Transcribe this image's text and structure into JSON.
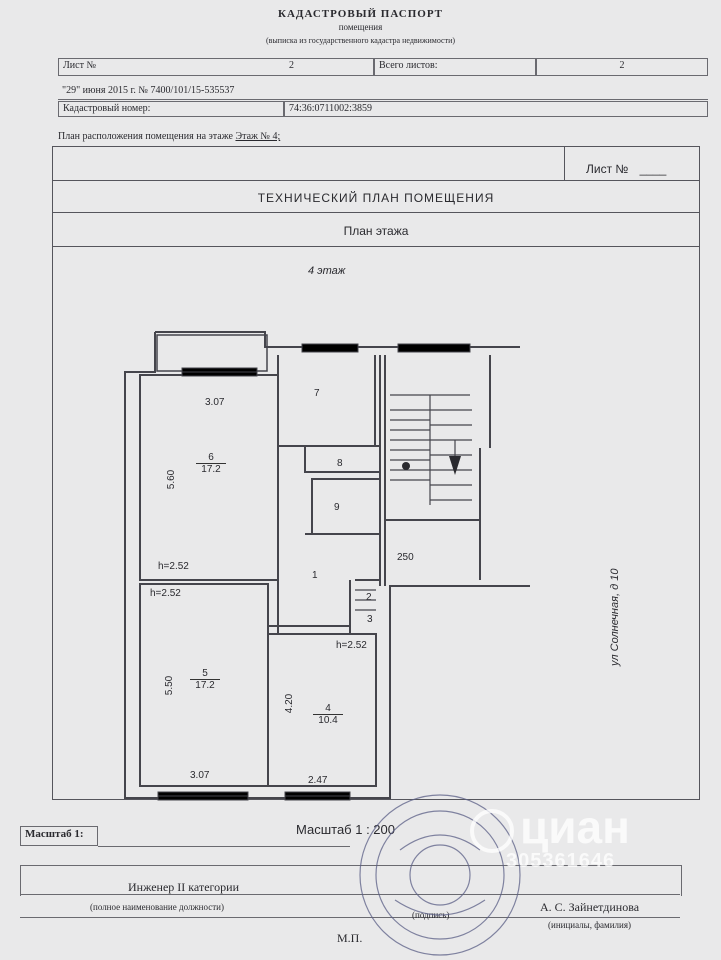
{
  "header": {
    "title": "КАДАСТРОВЫЙ ПАСПОРТ",
    "subtitle": "помещения",
    "note": "(выписка из государственного кадастра недвижимости)"
  },
  "sheet_row": {
    "sheet_label": "Лист №",
    "sheet_value": "2",
    "total_label": "Всего листов:",
    "total_value": "2"
  },
  "date_row": {
    "text": "\"29\" июня 2015 г. № 7400/101/15-535537"
  },
  "cad_row": {
    "label": "Кадастровый номер:",
    "value": "74:36:0711002:3859"
  },
  "plan_caption": {
    "label": "План расположения помещения на этаже",
    "value": "Этаж № 4;"
  },
  "plan": {
    "sheet_no_label": "Лист №",
    "sheet_no_value": "____",
    "title": "ТЕХНИЧЕСКИЙ ПЛАН ПОМЕЩЕНИЯ",
    "subtitle": "План этажа",
    "floor_label": "4 этаж",
    "street_label": "ул Солнечная, д 10",
    "scale_label": "Масштаб 1 : 200",
    "dims": {
      "d1": "3.07",
      "d2": "5.60",
      "d3": "h=2.52",
      "d4": "h=2.52",
      "d5": "5.50",
      "d6": "3.07",
      "d7": "4.20",
      "d8": "2.47",
      "d9": "h=2.52",
      "d10": "250"
    },
    "rooms": {
      "r1": "1",
      "r2": "2",
      "r3": "3",
      "r4_num": "4",
      "r4_area": "10.4",
      "r5_num": "5",
      "r5_area": "17.2",
      "r6_num": "6",
      "r6_area": "17.2",
      "r7": "7",
      "r8": "8",
      "r9": "9"
    }
  },
  "footer": {
    "scale_label": "Масштаб 1:",
    "engineer": "Инженер II категории",
    "position_note": "(полное наименование должности)",
    "signature_note": "(подпись)",
    "name": "А. С. Зайнетдинова",
    "name_note": "(инициалы, фамилия)",
    "mp": "М.П."
  },
  "watermark": {
    "brand": "циан",
    "number": "305361646"
  },
  "colors": {
    "paper": "#e9e9ea",
    "ink": "#2a2a2f",
    "line": "#55555c",
    "stamp": "#5b5f86"
  }
}
